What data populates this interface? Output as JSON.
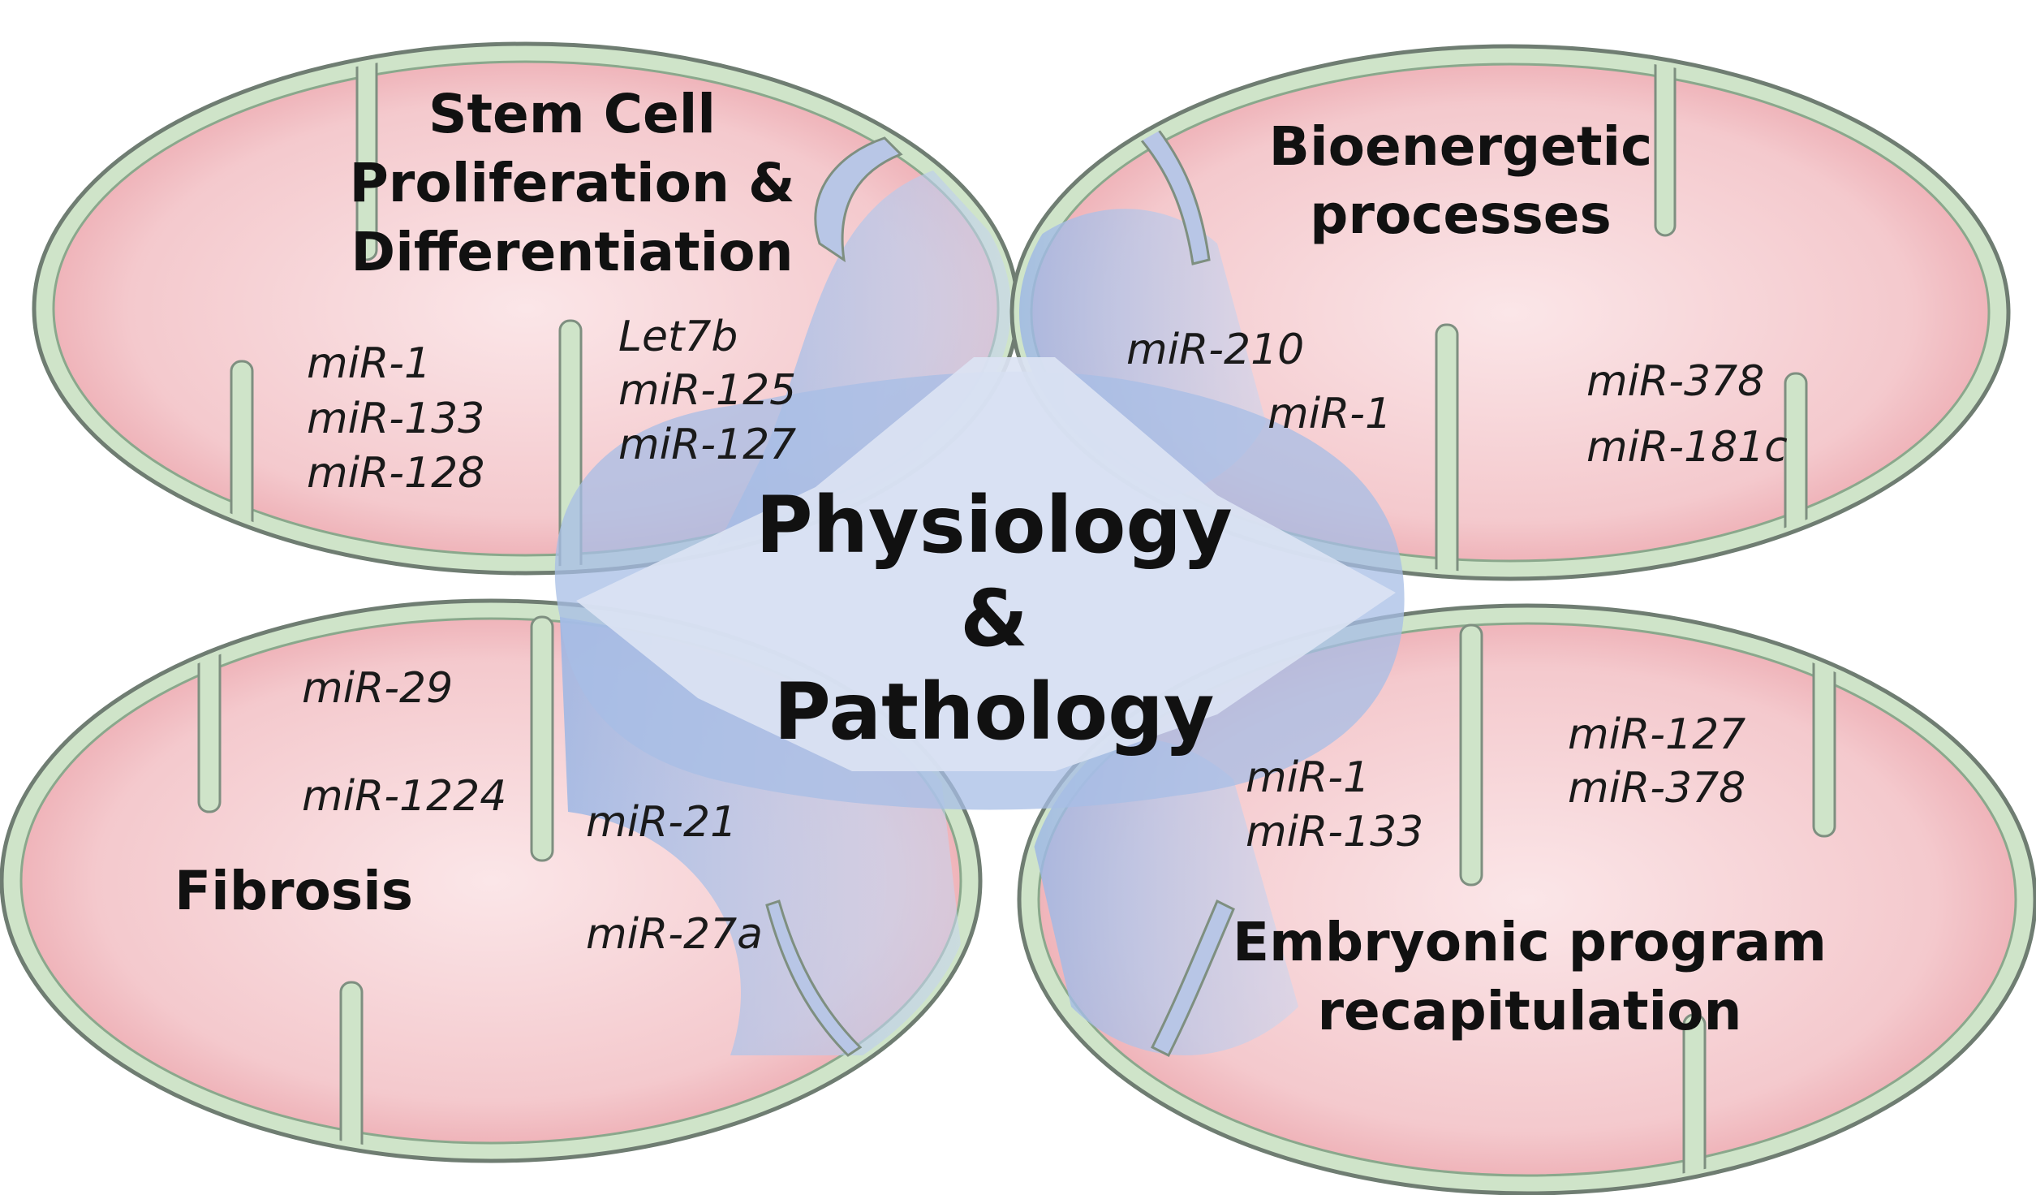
{
  "colors": {
    "membrane_outer": "#6f7d72",
    "membrane_fill": "#cfe4c9",
    "matrix_pink": "#f4c5c9",
    "matrix_pink_dark": "#e8959c",
    "blue_overlay": "#9bb6e4",
    "center_hexagon": "#dbe3f3",
    "text": "#111111"
  },
  "quadrants": {
    "top_left": {
      "title_lines": [
        "Stem Cell",
        "Proliferation &",
        "Differentiation"
      ],
      "mirs_left": [
        "miR-1",
        "miR-133",
        "miR-128"
      ],
      "mirs_right": [
        "Let7b",
        "miR-125",
        "miR-127"
      ]
    },
    "top_right": {
      "title_lines": [
        "Bioenergetic",
        "processes"
      ],
      "mirs_left_a": "miR-210",
      "mirs_left_b": "miR-1",
      "mirs_right": [
        "miR-378",
        "miR-181c"
      ]
    },
    "bottom_left": {
      "title": "Fibrosis",
      "mirs_left_a": "miR-29",
      "mirs_left_b": "miR-1224",
      "mirs_right_a": "miR-21",
      "mirs_right_b": "miR-27a"
    },
    "bottom_right": {
      "title_lines": [
        "Embryonic program",
        "recapitulation"
      ],
      "mirs_left": [
        "miR-1",
        "miR-133"
      ],
      "mirs_right": [
        "miR-127",
        "miR-378"
      ]
    }
  },
  "center": {
    "lines": [
      "Physiology",
      "&",
      "Pathology"
    ]
  }
}
